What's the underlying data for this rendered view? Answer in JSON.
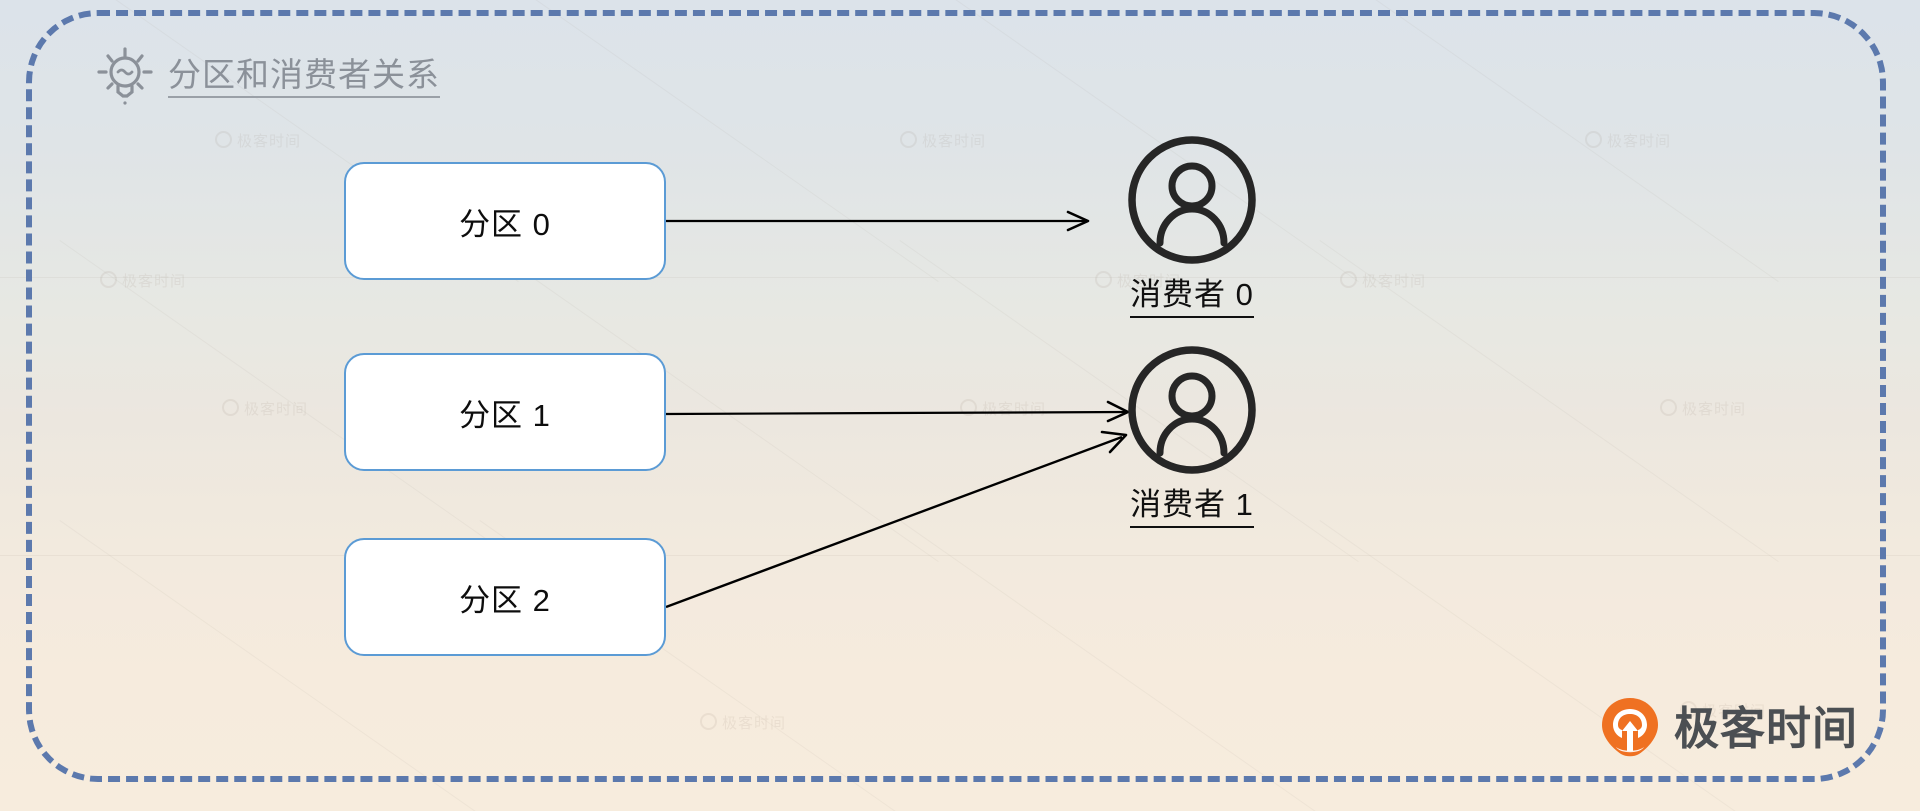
{
  "header": {
    "icon": "lightbulb-icon",
    "title": "分区和消费者关系"
  },
  "frame": {
    "border_color": "#5c79ad",
    "style": "dashed-rounded"
  },
  "background": {
    "top_color": "#dce3ea",
    "mid_color": "#e9e9e4",
    "bottom_color": "#f6ebdd"
  },
  "diagram": {
    "partitions": [
      {
        "label": "分区 0",
        "name": "partition-0"
      },
      {
        "label": "分区 1",
        "name": "partition-1"
      },
      {
        "label": "分区 2",
        "name": "partition-2"
      }
    ],
    "consumers": [
      {
        "label": "消费者 0",
        "icon": "person-circle-icon",
        "name": "consumer-0"
      },
      {
        "label": "消费者 1",
        "icon": "person-circle-icon",
        "name": "consumer-1"
      }
    ],
    "connections": [
      {
        "from": "分区 0",
        "to": "消费者 0"
      },
      {
        "from": "分区 1",
        "to": "消费者 1"
      },
      {
        "from": "分区 2",
        "to": "消费者 1"
      }
    ],
    "box_border_color": "#5b9bd5",
    "arrow_color": "#000000"
  },
  "watermark": {
    "text": "极客时间"
  },
  "brand": {
    "name": "极客时间",
    "icon": "geektime-logo-icon",
    "accent_color": "#ef7122",
    "text_color": "#4b4f53"
  }
}
